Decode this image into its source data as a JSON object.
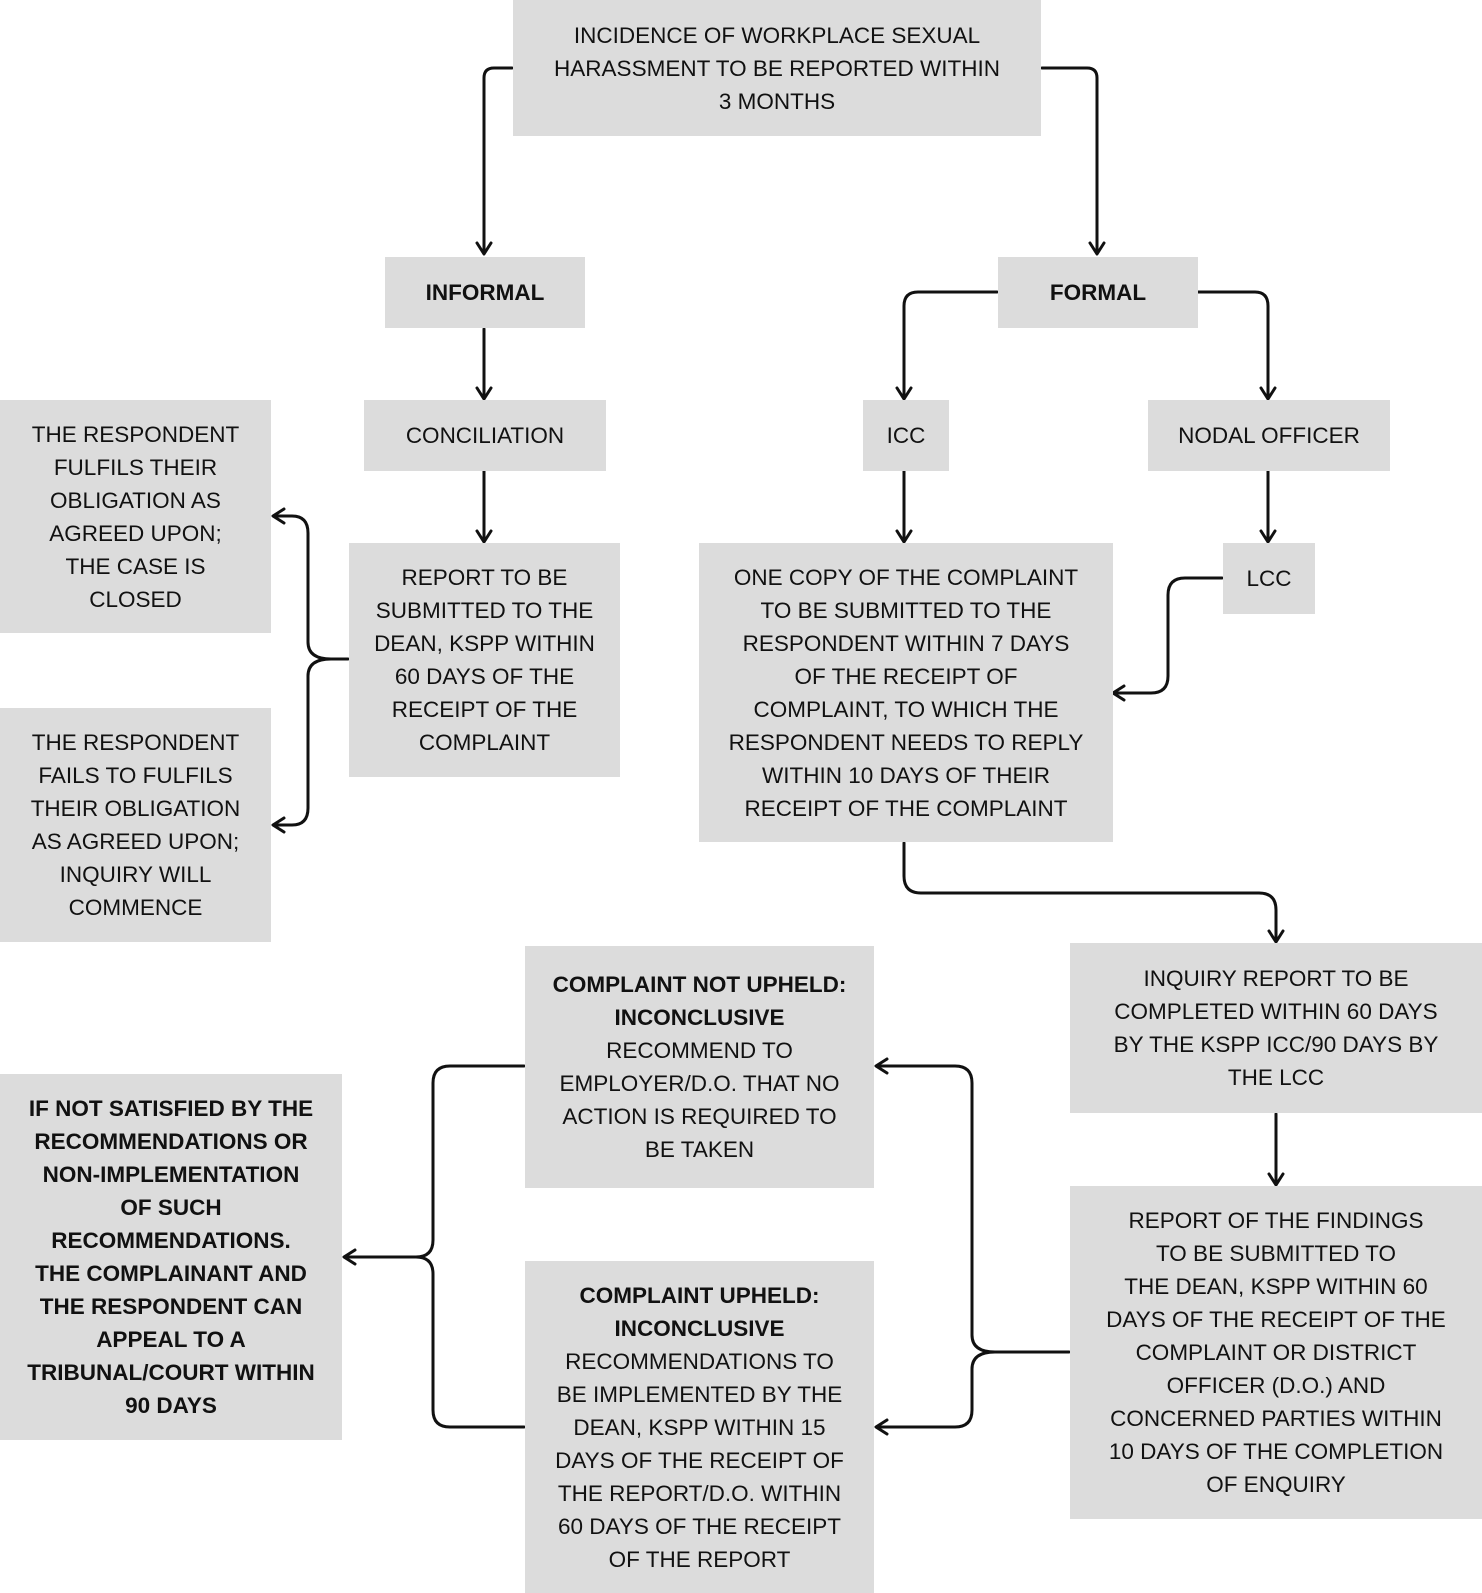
{
  "colors": {
    "box_fill": "#dcdcdc",
    "line": "#111111",
    "background": "#ffffff"
  },
  "nodes": {
    "report_incident": {
      "lines": [
        "INCIDENCE OF WORKPLACE SEXUAL",
        "HARASSMENT TO BE REPORTED WITHIN",
        "3 MONTHS"
      ]
    },
    "informal": {
      "lines": [
        "INFORMAL"
      ]
    },
    "formal": {
      "lines": [
        "FORMAL"
      ]
    },
    "conciliation": {
      "lines": [
        "CONCILIATION"
      ]
    },
    "icc": {
      "lines": [
        "ICC"
      ]
    },
    "nodal_officer": {
      "lines": [
        "NODAL OFFICER"
      ]
    },
    "lcc": {
      "lines": [
        "LCC"
      ]
    },
    "respondent_fulfils": {
      "lines": [
        "THE RESPONDENT",
        "FULFILS THEIR",
        "OBLIGATION AS",
        "AGREED UPON;",
        "THE CASE IS",
        "CLOSED"
      ]
    },
    "respondent_fails": {
      "lines": [
        "THE RESPONDENT",
        "FAILS TO FULFILS",
        "THEIR OBLIGATION",
        "AS AGREED UPON;",
        "INQUIRY WILL",
        "COMMENCE"
      ]
    },
    "conciliation_report": {
      "lines": [
        "REPORT TO BE",
        "SUBMITTED TO THE",
        "DEAN, KSPP WITHIN",
        "60 DAYS OF THE",
        "RECEIPT OF THE",
        "COMPLAINT"
      ]
    },
    "complaint_copy": {
      "lines": [
        "ONE COPY OF THE COMPLAINT",
        "TO BE SUBMITTED TO THE",
        "RESPONDENT WITHIN 7 DAYS",
        "OF THE RECEIPT OF",
        "COMPLAINT, TO WHICH THE",
        "RESPONDENT NEEDS TO REPLY",
        "WITHIN 10 DAYS OF THEIR",
        "RECEIPT OF THE COMPLAINT"
      ]
    },
    "inquiry_report": {
      "lines": [
        "INQUIRY REPORT TO BE",
        "COMPLETED WITHIN 60 DAYS",
        "BY THE KSPP ICC/90 DAYS BY",
        "THE LCC"
      ]
    },
    "findings_report": {
      "lines": [
        "REPORT OF THE FINDINGS",
        "TO BE SUBMITTED TO",
        "THE DEAN, KSPP WITHIN 60",
        "DAYS OF THE RECEIPT OF THE",
        "COMPLAINT OR DISTRICT",
        "OFFICER (D.O.) AND",
        "CONCERNED PARTIES WITHIN",
        "10 DAYS OF THE COMPLETION",
        "OF ENQUIRY"
      ]
    },
    "not_upheld": {
      "bold_lines": [
        "COMPLAINT NOT UPHELD:",
        "INCONCLUSIVE"
      ],
      "lines": [
        "RECOMMEND TO",
        "EMPLOYER/D.O. THAT NO",
        "ACTION IS REQUIRED TO",
        "BE TAKEN"
      ]
    },
    "upheld": {
      "bold_lines": [
        "COMPLAINT UPHELD:",
        "INCONCLUSIVE"
      ],
      "lines": [
        "RECOMMENDATIONS TO",
        "BE IMPLEMENTED BY THE",
        "DEAN, KSPP WITHIN 15",
        "DAYS OF THE RECEIPT OF",
        "THE REPORT/D.O. WITHIN",
        "60 DAYS OF THE RECEIPT",
        "OF THE REPORT"
      ]
    },
    "appeal": {
      "bold_lines": [
        "IF NOT SATISFIED BY THE",
        "RECOMMENDATIONS OR",
        "NON-IMPLEMENTATION",
        "OF SUCH",
        "RECOMMENDATIONS.",
        "THE COMPLAINANT AND",
        "THE RESPONDENT CAN",
        "APPEAL TO A",
        "TRIBUNAL/COURT WITHIN",
        "90 DAYS"
      ]
    }
  }
}
